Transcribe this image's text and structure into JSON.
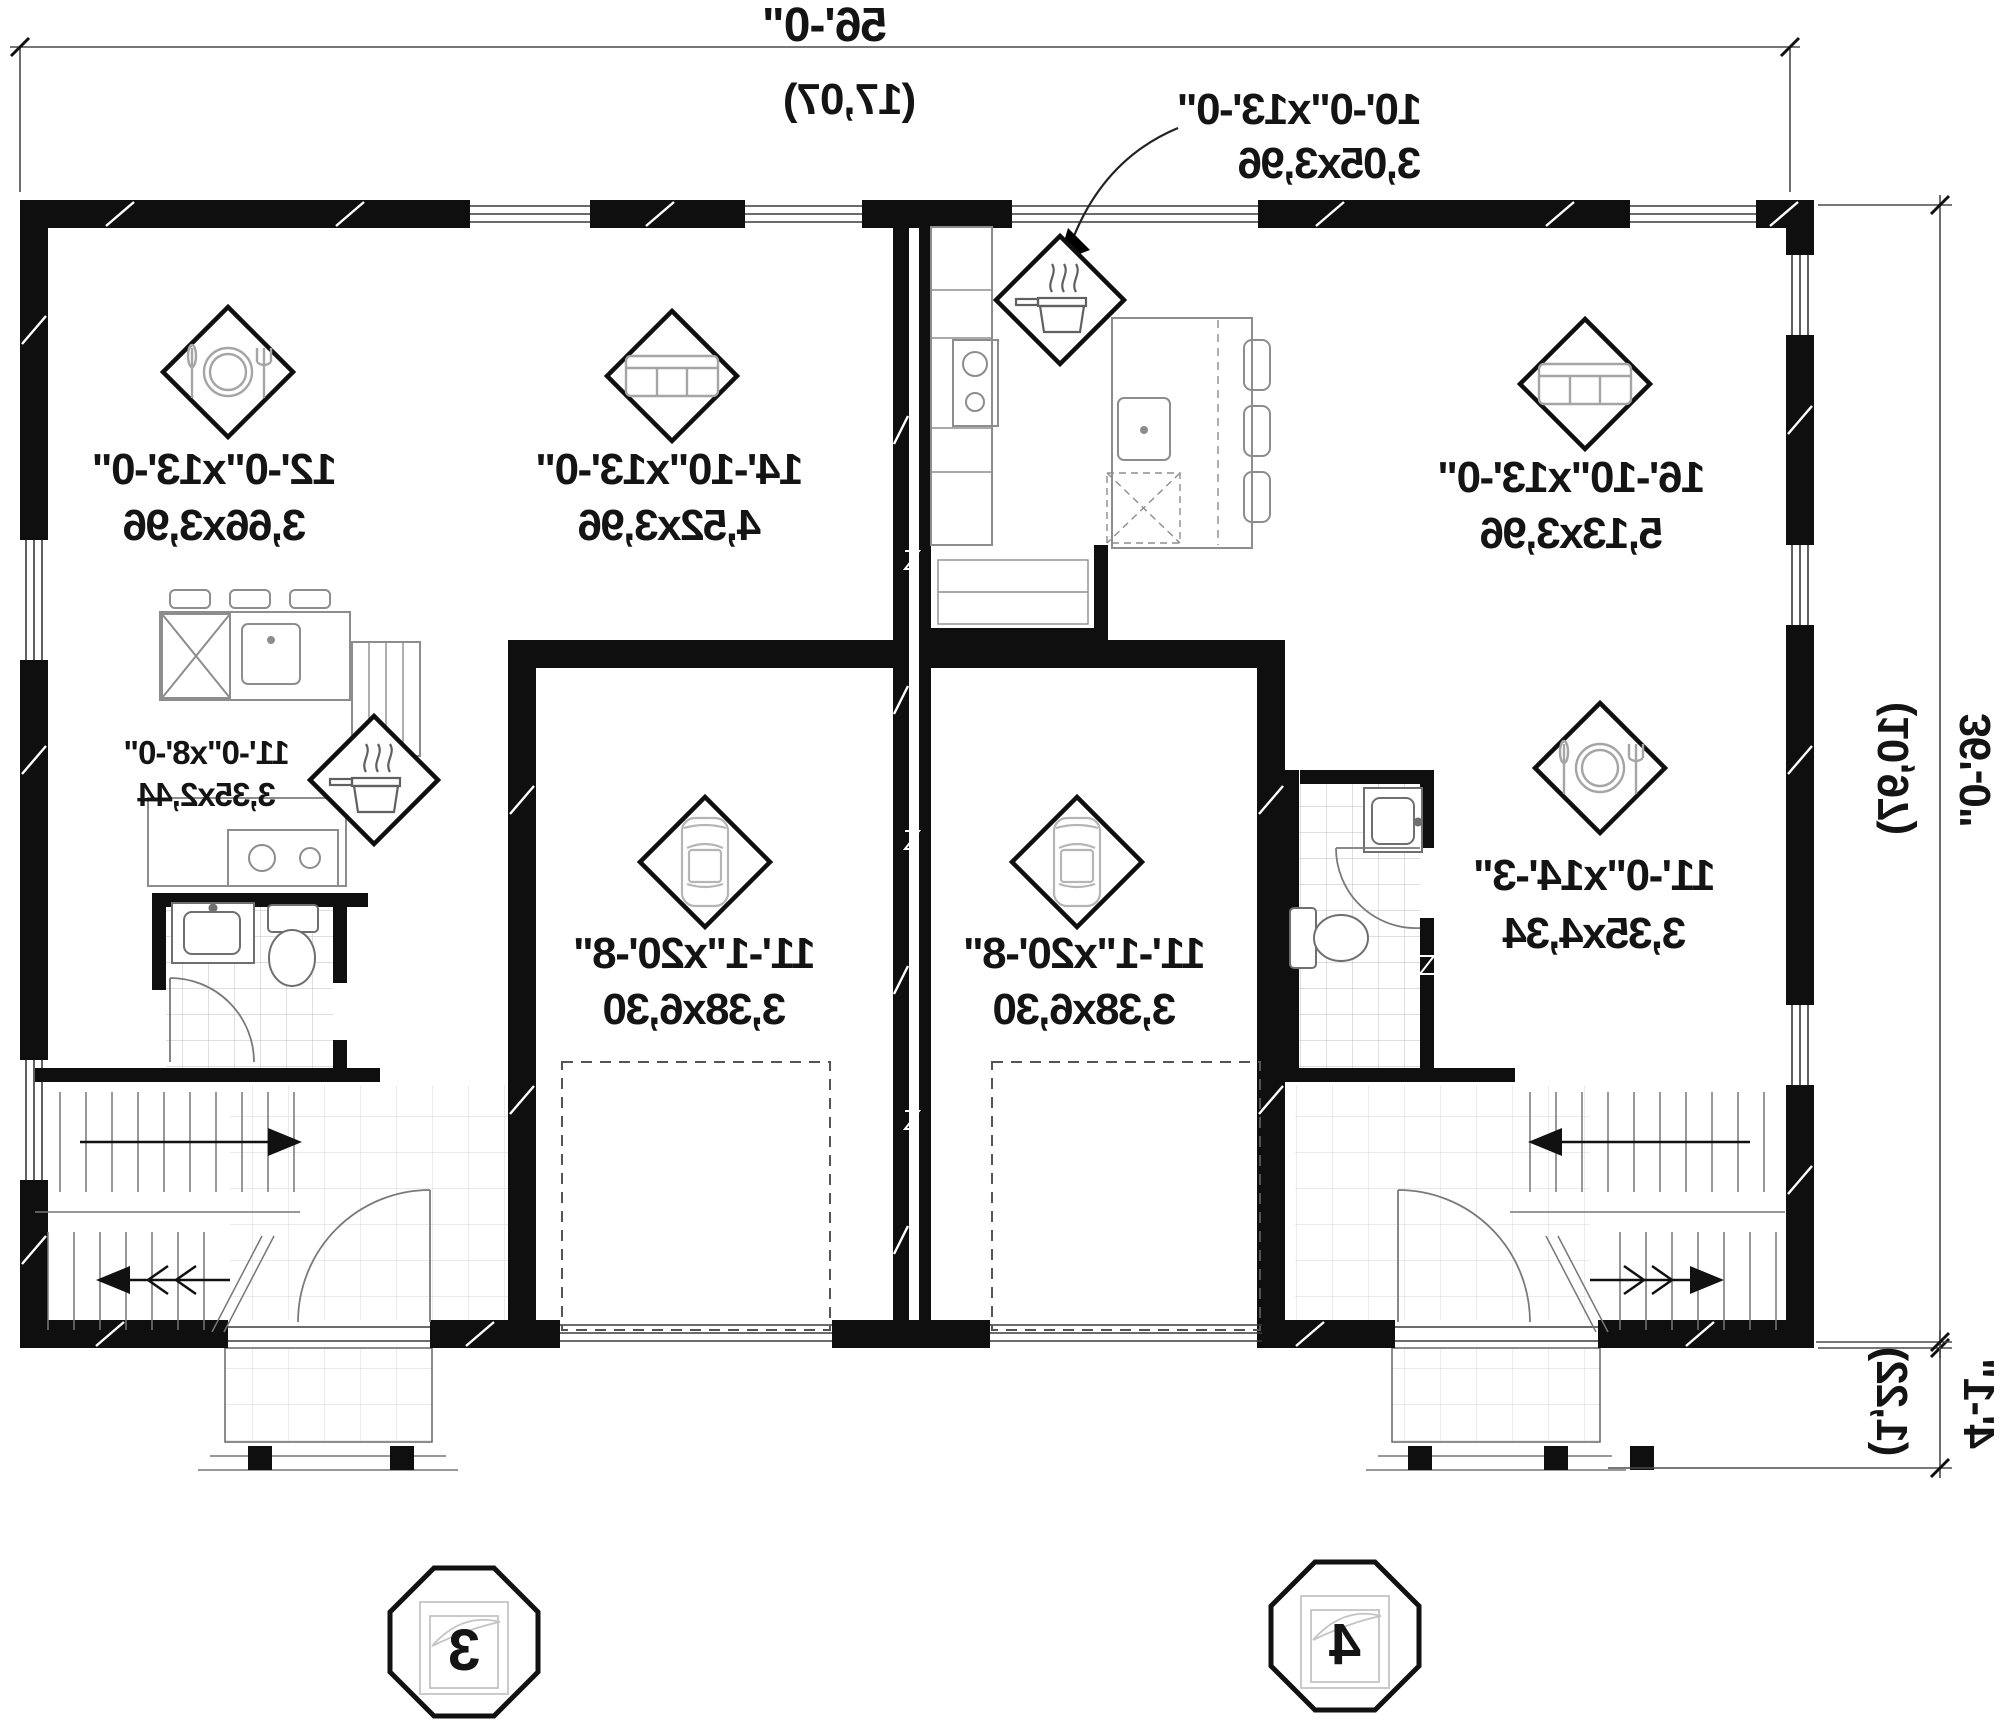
{
  "dimensions": {
    "overall_width": {
      "imperial": "56'-0\"",
      "metric": "(17,07)"
    },
    "overall_depth": {
      "imperial": "36'-0\"",
      "metric": "(10,97)"
    },
    "porch_depth": {
      "imperial": "4'-1\"",
      "metric": "(1,22)"
    }
  },
  "callouts": {
    "kitchen_right": {
      "imperial": "10'-0\"x13'-0\"",
      "metric": "3,05x3,96"
    }
  },
  "rooms": {
    "dining_left": {
      "imperial": "12'-0\"x13'-0\"",
      "metric": "3,66x3,96"
    },
    "living_left": {
      "imperial": "14'-10\"x13'-0\"",
      "metric": "4,52x3,96"
    },
    "kitchen_left": {
      "imperial": "11'-0\"x8'-0\"",
      "metric": "3,35x2,44"
    },
    "garage_left": {
      "imperial": "11'-1\"x20'-8\"",
      "metric": "3,38x6,30"
    },
    "garage_right": {
      "imperial": "11'-1\"x20'-8\"",
      "metric": "3,38x6,30"
    },
    "living_right": {
      "imperial": "16'-10\"x13'-0\"",
      "metric": "5,13x3,96"
    },
    "dining_right": {
      "imperial": "11'-0\"x14'-3\"",
      "metric": "3,35x4,34"
    }
  },
  "unit_markers": {
    "left": "3",
    "right": "4"
  },
  "icons": {
    "dining": "plate-and-cutlery-icon",
    "living": "sofa-icon",
    "kitchen": "cooking-pot-icon",
    "garage": "car-icon"
  },
  "colors": {
    "wall": "#0f0f0f",
    "linework": "#3a3a3a",
    "fixture": "#9b9b9b",
    "background": "#ffffff"
  }
}
